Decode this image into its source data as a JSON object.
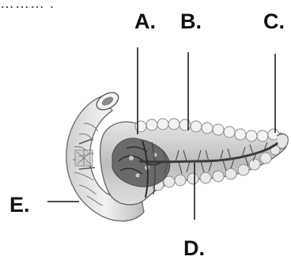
{
  "top_text": "……… .",
  "labels": {
    "a": "A.",
    "b": "B.",
    "c": "C.",
    "d": "D.",
    "e": "E."
  },
  "colors": {
    "ink": "#111111",
    "organ_fill": "#ececec",
    "organ_shade": "#9a9a9a",
    "duct": "#3a3a3a"
  }
}
